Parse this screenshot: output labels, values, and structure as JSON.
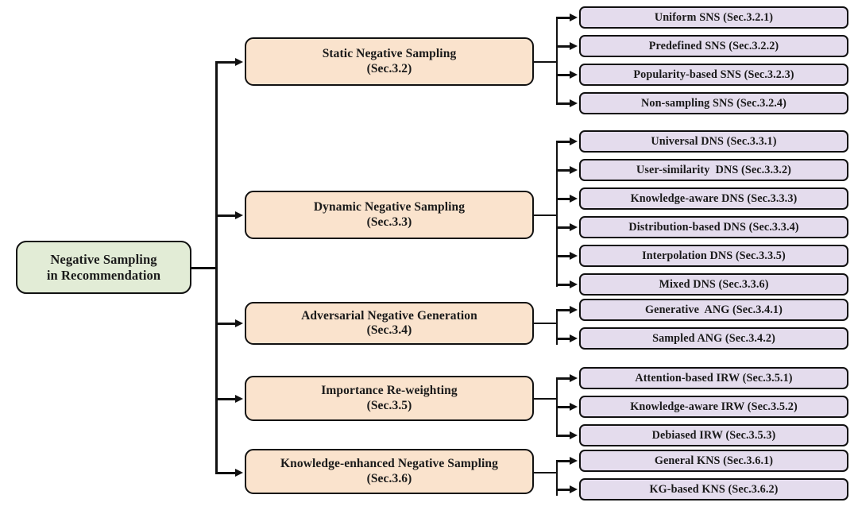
{
  "diagram": {
    "title": "Negative Sampling in Recommendation Taxonomy",
    "colors": {
      "root_fill": "#e2ecd6",
      "category_fill": "#fae3cd",
      "leaf_fill": "#e4dced",
      "stroke": "#111111",
      "background": "#ffffff"
    },
    "root": {
      "line1": "Negative Sampling",
      "line2": "in Recommendation"
    },
    "categories": [
      {
        "id": "sns",
        "line1": "Static Negative Sampling",
        "line2": "(Sec.3.2)",
        "children": [
          {
            "label": "Uniform SNS (Sec.3.2.1)"
          },
          {
            "label": "Predefined SNS (Sec.3.2.2)"
          },
          {
            "label": "Popularity-based SNS (Sec.3.2.3)"
          },
          {
            "label": "Non-sampling SNS (Sec.3.2.4)"
          }
        ]
      },
      {
        "id": "dns",
        "line1": "Dynamic Negative Sampling",
        "line2": "(Sec.3.3)",
        "children": [
          {
            "label": "Universal DNS (Sec.3.3.1)"
          },
          {
            "label": "User-similarity  DNS (Sec.3.3.2)"
          },
          {
            "label": "Knowledge-aware DNS (Sec.3.3.3)"
          },
          {
            "label": "Distribution-based DNS (Sec.3.3.4)"
          },
          {
            "label": "Interpolation DNS (Sec.3.3.5)"
          },
          {
            "label": "Mixed DNS (Sec.3.3.6)"
          }
        ]
      },
      {
        "id": "ang",
        "line1": "Adversarial Negative Generation",
        "line2": "(Sec.3.4)",
        "children": [
          {
            "label": "Generative  ANG (Sec.3.4.1)"
          },
          {
            "label": "Sampled ANG (Sec.3.4.2)"
          }
        ]
      },
      {
        "id": "irw",
        "line1": "Importance Re-weighting",
        "line2": "(Sec.3.5)",
        "children": [
          {
            "label": "Attention-based IRW (Sec.3.5.1)"
          },
          {
            "label": "Knowledge-aware IRW (Sec.3.5.2)"
          },
          {
            "label": "Debiased IRW (Sec.3.5.3)"
          }
        ]
      },
      {
        "id": "kns",
        "line1": "Knowledge-enhanced Negative Sampling",
        "line2": "(Sec.3.6)",
        "children": [
          {
            "label": "General KNS (Sec.3.6.1)"
          },
          {
            "label": "KG-based KNS (Sec.3.6.2)"
          }
        ]
      }
    ]
  }
}
